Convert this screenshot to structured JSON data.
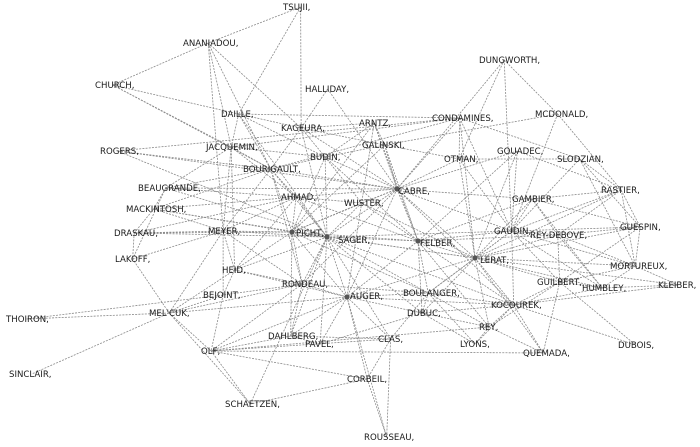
{
  "colors": {
    "edge": "#8a8a8a",
    "node": "#555555",
    "text": "#1a1a1a"
  },
  "nodes": [
    {
      "id": "tsujii",
      "label": "TSUJII,"
    },
    {
      "id": "ananiadou",
      "label": "ANANIADOU,"
    },
    {
      "id": "church",
      "label": "CHURCH,"
    },
    {
      "id": "halliday",
      "label": "HALLIDAY,"
    },
    {
      "id": "dungworth",
      "label": "DUNGWORTH,"
    },
    {
      "id": "mcdonald",
      "label": "MCDONALD,"
    },
    {
      "id": "daille",
      "label": "DAILLE,"
    },
    {
      "id": "kageura",
      "label": "KAGEURA,"
    },
    {
      "id": "arntz",
      "label": "ARNTZ,"
    },
    {
      "id": "condamines",
      "label": "CONDAMINES,"
    },
    {
      "id": "rogers",
      "label": "ROGERS,"
    },
    {
      "id": "jacquemin",
      "label": "JACQUEMIN,"
    },
    {
      "id": "budin",
      "label": "BUDIN,"
    },
    {
      "id": "galinski",
      "label": "GALINSKI,"
    },
    {
      "id": "otman",
      "label": "OTMAN,"
    },
    {
      "id": "gouadec",
      "label": "GOUADEC,"
    },
    {
      "id": "slodzian",
      "label": "SLODZIAN,"
    },
    {
      "id": "bourigault",
      "label": "BOURIGAULT,"
    },
    {
      "id": "beaugrande",
      "label": "BEAUGRANDE,"
    },
    {
      "id": "cabre",
      "label": "CABRE,"
    },
    {
      "id": "rastier",
      "label": "RASTIER,"
    },
    {
      "id": "ahmad",
      "label": "AHMAD,"
    },
    {
      "id": "wuster",
      "label": "WUSTER,"
    },
    {
      "id": "gambier",
      "label": "GAMBIER,"
    },
    {
      "id": "mackintosh",
      "label": "MACKINTOSH,"
    },
    {
      "id": "guespin",
      "label": "GUESPIN,"
    },
    {
      "id": "draskau",
      "label": "DRASKAU,"
    },
    {
      "id": "meyer",
      "label": "MEYER,"
    },
    {
      "id": "picht",
      "label": "PICHT,"
    },
    {
      "id": "sager",
      "label": "SAGER,"
    },
    {
      "id": "felber",
      "label": "FELBER,"
    },
    {
      "id": "gaudin",
      "label": "GAUDIN,"
    },
    {
      "id": "reydebove",
      "label": "REY-DEBOVE,"
    },
    {
      "id": "lakoff",
      "label": "LAKOFF,"
    },
    {
      "id": "lerat",
      "label": "LERAT,"
    },
    {
      "id": "mortureux",
      "label": "MORTUREUX,"
    },
    {
      "id": "heid",
      "label": "HEID,"
    },
    {
      "id": "guilbert",
      "label": "GUILBERT,"
    },
    {
      "id": "humbley",
      "label": "HUMBLEY,"
    },
    {
      "id": "kleiber",
      "label": "KLEIBER,"
    },
    {
      "id": "rondeau",
      "label": "RONDEAU,"
    },
    {
      "id": "auger",
      "label": "AUGER,"
    },
    {
      "id": "boulanger",
      "label": "BOULANGER,"
    },
    {
      "id": "bejoint",
      "label": "BEJOINT,"
    },
    {
      "id": "thoiron",
      "label": "THOIRON,"
    },
    {
      "id": "melcuk",
      "label": "MEL'CUK,"
    },
    {
      "id": "kocourek",
      "label": "KOCOUREK,"
    },
    {
      "id": "dubuc",
      "label": "DUBUC,"
    },
    {
      "id": "rey",
      "label": "REY,"
    },
    {
      "id": "dahlberg",
      "label": "DAHLBERG,"
    },
    {
      "id": "pavel",
      "label": "PAVEL,"
    },
    {
      "id": "clas",
      "label": "CLAS,"
    },
    {
      "id": "lyons",
      "label": "LYONS,"
    },
    {
      "id": "quemada",
      "label": "QUEMADA,"
    },
    {
      "id": "dubois",
      "label": "DUBOIS,"
    },
    {
      "id": "olf",
      "label": "OLF,"
    },
    {
      "id": "sinclair",
      "label": "SINCLAIR,"
    },
    {
      "id": "corbeil",
      "label": "CORBEIL,"
    },
    {
      "id": "schaetzen",
      "label": "SCHAETZEN,"
    },
    {
      "id": "rousseau",
      "label": "ROUSSEAU,"
    }
  ],
  "edges": [
    [
      "tsujii",
      "ananiadou"
    ],
    [
      "tsujii",
      "kageura"
    ],
    [
      "tsujii",
      "daille"
    ],
    [
      "ananiadou",
      "kageura"
    ],
    [
      "ananiadou",
      "church"
    ],
    [
      "ananiadou",
      "jacquemin"
    ],
    [
      "ananiadou",
      "bourigault"
    ],
    [
      "ananiadou",
      "meyer"
    ],
    [
      "church",
      "daille"
    ],
    [
      "church",
      "jacquemin"
    ],
    [
      "church",
      "bourigault"
    ],
    [
      "halliday",
      "kageura"
    ],
    [
      "halliday",
      "cabre"
    ],
    [
      "dungworth",
      "cabre"
    ],
    [
      "dungworth",
      "gaudin"
    ],
    [
      "dungworth",
      "mcdonald"
    ],
    [
      "dungworth",
      "otman"
    ],
    [
      "mcdonald",
      "rastier"
    ],
    [
      "mcdonald",
      "gaudin"
    ],
    [
      "mcdonald",
      "galinski"
    ],
    [
      "daille",
      "jacquemin"
    ],
    [
      "daille",
      "kageura"
    ],
    [
      "daille",
      "bourigault"
    ],
    [
      "daille",
      "budin"
    ],
    [
      "daille",
      "sager"
    ],
    [
      "daille",
      "condamines"
    ],
    [
      "kageura",
      "budin"
    ],
    [
      "kageura",
      "arntz"
    ],
    [
      "kageura",
      "bourigault"
    ],
    [
      "kageura",
      "sager"
    ],
    [
      "kageura",
      "cabre"
    ],
    [
      "kageura",
      "galinski"
    ],
    [
      "arntz",
      "galinski"
    ],
    [
      "arntz",
      "budin"
    ],
    [
      "arntz",
      "cabre"
    ],
    [
      "arntz",
      "felber"
    ],
    [
      "arntz",
      "wuster"
    ],
    [
      "arntz",
      "picht"
    ],
    [
      "condamines",
      "cabre"
    ],
    [
      "condamines",
      "otman"
    ],
    [
      "condamines",
      "bourigault"
    ],
    [
      "condamines",
      "jacquemin"
    ],
    [
      "condamines",
      "gaudin"
    ],
    [
      "condamines",
      "slodzian"
    ],
    [
      "condamines",
      "lerat"
    ],
    [
      "condamines",
      "rogers"
    ],
    [
      "rogers",
      "bourigault"
    ],
    [
      "rogers",
      "cabre"
    ],
    [
      "rogers",
      "sager"
    ],
    [
      "jacquemin",
      "bourigault"
    ],
    [
      "jacquemin",
      "budin"
    ],
    [
      "jacquemin",
      "meyer"
    ],
    [
      "jacquemin",
      "beaugrande"
    ],
    [
      "jacquemin",
      "heid"
    ],
    [
      "jacquemin",
      "ahmad"
    ],
    [
      "budin",
      "galinski"
    ],
    [
      "budin",
      "cabre"
    ],
    [
      "budin",
      "picht"
    ],
    [
      "budin",
      "felber"
    ],
    [
      "budin",
      "wuster"
    ],
    [
      "budin",
      "bourigault"
    ],
    [
      "budin",
      "sager"
    ],
    [
      "galinski",
      "cabre"
    ],
    [
      "galinski",
      "felber"
    ],
    [
      "galinski",
      "picht"
    ],
    [
      "galinski",
      "otman"
    ],
    [
      "otman",
      "cabre"
    ],
    [
      "otman",
      "gaudin"
    ],
    [
      "otman",
      "lerat"
    ],
    [
      "otman",
      "slodzian"
    ],
    [
      "gouadec",
      "cabre"
    ],
    [
      "gouadec",
      "gaudin"
    ],
    [
      "gouadec",
      "rastier"
    ],
    [
      "gouadec",
      "lerat"
    ],
    [
      "gouadec",
      "felber"
    ],
    [
      "slodzian",
      "rastier"
    ],
    [
      "slodzian",
      "gaudin"
    ],
    [
      "slodzian",
      "guespin"
    ],
    [
      "slodzian",
      "mortureux"
    ],
    [
      "bourigault",
      "ahmad"
    ],
    [
      "bourigault",
      "sager"
    ],
    [
      "bourigault",
      "picht"
    ],
    [
      "bourigault",
      "beaugrande"
    ],
    [
      "bourigault",
      "mackintosh"
    ],
    [
      "bourigault",
      "cabre"
    ],
    [
      "bourigault",
      "meyer"
    ],
    [
      "bourigault",
      "rondeau"
    ],
    [
      "beaugrande",
      "ahmad"
    ],
    [
      "beaugrande",
      "sager"
    ],
    [
      "beaugrande",
      "mackintosh"
    ],
    [
      "beaugrande",
      "lakoff"
    ],
    [
      "beaugrande",
      "cabre"
    ],
    [
      "cabre",
      "wuster"
    ],
    [
      "cabre",
      "sager"
    ],
    [
      "cabre",
      "felber"
    ],
    [
      "cabre",
      "gaudin"
    ],
    [
      "cabre",
      "lerat"
    ],
    [
      "cabre",
      "picht"
    ],
    [
      "cabre",
      "gambier"
    ],
    [
      "cabre",
      "auger"
    ],
    [
      "cabre",
      "rondeau"
    ],
    [
      "cabre",
      "kocourek"
    ],
    [
      "cabre",
      "ahmad"
    ],
    [
      "rastier",
      "gaudin"
    ],
    [
      "rastier",
      "guespin"
    ],
    [
      "rastier",
      "mortureux"
    ],
    [
      "rastier",
      "gambier"
    ],
    [
      "rastier",
      "reydebove"
    ],
    [
      "rastier",
      "lerat"
    ],
    [
      "ahmad",
      "sager"
    ],
    [
      "ahmad",
      "picht"
    ],
    [
      "ahmad",
      "wuster"
    ],
    [
      "ahmad",
      "mackintosh"
    ],
    [
      "ahmad",
      "meyer"
    ],
    [
      "ahmad",
      "draskau"
    ],
    [
      "ahmad",
      "felber"
    ],
    [
      "ahmad",
      "heid"
    ],
    [
      "wuster",
      "felber"
    ],
    [
      "wuster",
      "picht"
    ],
    [
      "wuster",
      "sager"
    ],
    [
      "wuster",
      "auger"
    ],
    [
      "wuster",
      "lerat"
    ],
    [
      "gambier",
      "gaudin"
    ],
    [
      "gambier",
      "lerat"
    ],
    [
      "gambier",
      "felber"
    ],
    [
      "gambier",
      "guespin"
    ],
    [
      "gambier",
      "reydebove"
    ],
    [
      "gambier",
      "humbley"
    ],
    [
      "mackintosh",
      "meyer"
    ],
    [
      "mackintosh",
      "picht"
    ],
    [
      "mackintosh",
      "sager"
    ],
    [
      "mackintosh",
      "draskau"
    ],
    [
      "guespin",
      "gaudin"
    ],
    [
      "guespin",
      "lerat"
    ],
    [
      "guespin",
      "mortureux"
    ],
    [
      "guespin",
      "reydebove"
    ],
    [
      "guespin",
      "guilbert"
    ],
    [
      "draskau",
      "meyer"
    ],
    [
      "draskau",
      "picht"
    ],
    [
      "draskau",
      "sager"
    ],
    [
      "draskau",
      "lakoff"
    ],
    [
      "meyer",
      "picht"
    ],
    [
      "meyer",
      "sager"
    ],
    [
      "meyer",
      "heid"
    ],
    [
      "meyer",
      "bejoint"
    ],
    [
      "meyer",
      "lakoff"
    ],
    [
      "meyer",
      "melcuk"
    ],
    [
      "meyer",
      "rondeau"
    ],
    [
      "picht",
      "sager"
    ],
    [
      "picht",
      "felber"
    ],
    [
      "picht",
      "heid"
    ],
    [
      "picht",
      "rondeau"
    ],
    [
      "picht",
      "auger"
    ],
    [
      "picht",
      "boulanger"
    ],
    [
      "picht",
      "dahlberg"
    ],
    [
      "picht",
      "lerat"
    ],
    [
      "sager",
      "felber"
    ],
    [
      "sager",
      "auger"
    ],
    [
      "sager",
      "boulanger"
    ],
    [
      "sager",
      "rondeau"
    ],
    [
      "sager",
      "heid"
    ],
    [
      "sager",
      "lerat"
    ],
    [
      "sager",
      "gaudin"
    ],
    [
      "sager",
      "dubuc"
    ],
    [
      "sager",
      "kocourek"
    ],
    [
      "sager",
      "pavel"
    ],
    [
      "sager",
      "clas"
    ],
    [
      "sager",
      "dahlberg"
    ],
    [
      "felber",
      "gaudin"
    ],
    [
      "felber",
      "lerat"
    ],
    [
      "felber",
      "boulanger"
    ],
    [
      "felber",
      "kocourek"
    ],
    [
      "felber",
      "auger"
    ],
    [
      "felber",
      "reydebove"
    ],
    [
      "felber",
      "dubuc"
    ],
    [
      "felber",
      "rey"
    ],
    [
      "gaudin",
      "lerat"
    ],
    [
      "gaudin",
      "reydebove"
    ],
    [
      "gaudin",
      "mortureux"
    ],
    [
      "gaudin",
      "guilbert"
    ],
    [
      "gaudin",
      "kocourek"
    ],
    [
      "gaudin",
      "boulanger"
    ],
    [
      "gaudin",
      "humbley"
    ],
    [
      "reydebove",
      "lerat"
    ],
    [
      "reydebove",
      "mortureux"
    ],
    [
      "reydebove",
      "guilbert"
    ],
    [
      "reydebove",
      "humbley"
    ],
    [
      "lerat",
      "mortureux"
    ],
    [
      "lerat",
      "guilbert"
    ],
    [
      "lerat",
      "humbley"
    ],
    [
      "lerat",
      "kocourek"
    ],
    [
      "lerat",
      "boulanger"
    ],
    [
      "lerat",
      "rey"
    ],
    [
      "lerat",
      "dubuc"
    ],
    [
      "lerat",
      "auger"
    ],
    [
      "lerat",
      "quemada"
    ],
    [
      "lerat",
      "kleiber"
    ],
    [
      "mortureux",
      "guilbert"
    ],
    [
      "mortureux",
      "humbley"
    ],
    [
      "mortureux",
      "kleiber"
    ],
    [
      "guilbert",
      "humbley"
    ],
    [
      "guilbert",
      "kocourek"
    ],
    [
      "guilbert",
      "rey"
    ],
    [
      "guilbert",
      "dubois"
    ],
    [
      "guilbert",
      "quemada"
    ],
    [
      "humbley",
      "kocourek"
    ],
    [
      "humbley",
      "kleiber"
    ],
    [
      "heid",
      "bejoint"
    ],
    [
      "heid",
      "rondeau"
    ],
    [
      "heid",
      "melcuk"
    ],
    [
      "heid",
      "auger"
    ],
    [
      "rondeau",
      "auger"
    ],
    [
      "rondeau",
      "boulanger"
    ],
    [
      "rondeau",
      "dahlberg"
    ],
    [
      "rondeau",
      "bejoint"
    ],
    [
      "rondeau",
      "melcuk"
    ],
    [
      "rondeau",
      "olf"
    ],
    [
      "auger",
      "boulanger"
    ],
    [
      "auger",
      "dubuc"
    ],
    [
      "auger",
      "kocourek"
    ],
    [
      "auger",
      "dahlberg"
    ],
    [
      "auger",
      "pavel"
    ],
    [
      "auger",
      "clas"
    ],
    [
      "auger",
      "corbeil"
    ],
    [
      "auger",
      "olf"
    ],
    [
      "auger",
      "melcuk"
    ],
    [
      "boulanger",
      "kocourek"
    ],
    [
      "boulanger",
      "dubuc"
    ],
    [
      "boulanger",
      "rey"
    ],
    [
      "boulanger",
      "lyons"
    ],
    [
      "boulanger",
      "clas"
    ],
    [
      "kocourek",
      "rey"
    ],
    [
      "kocourek",
      "dubuc"
    ],
    [
      "kocourek",
      "quemada"
    ],
    [
      "kocourek",
      "lyons"
    ],
    [
      "kocourek",
      "dubois"
    ],
    [
      "kocourek",
      "kleiber"
    ],
    [
      "dubuc",
      "rey"
    ],
    [
      "dubuc",
      "pavel"
    ],
    [
      "dubuc",
      "lyons"
    ],
    [
      "rey",
      "quemada"
    ],
    [
      "rey",
      "lyons"
    ],
    [
      "rey",
      "olf"
    ],
    [
      "bejoint",
      "melcuk"
    ],
    [
      "bejoint",
      "thoiron"
    ],
    [
      "bejoint",
      "olf"
    ],
    [
      "melcuk",
      "thoiron"
    ],
    [
      "melcuk",
      "sinclair"
    ],
    [
      "melcuk",
      "olf"
    ],
    [
      "melcuk",
      "schaetzen"
    ],
    [
      "melcuk",
      "lakoff"
    ],
    [
      "dahlberg",
      "pavel"
    ],
    [
      "dahlberg",
      "clas"
    ],
    [
      "dahlberg",
      "olf"
    ],
    [
      "clas",
      "corbeil"
    ],
    [
      "clas",
      "rousseau"
    ],
    [
      "clas",
      "olf"
    ],
    [
      "olf",
      "schaetzen"
    ],
    [
      "olf",
      "corbeil"
    ],
    [
      "olf",
      "quemada"
    ],
    [
      "corbeil",
      "schaetzen"
    ],
    [
      "corbeil",
      "rousseau"
    ],
    [
      "schaetzen",
      "sager"
    ],
    [
      "rousseau",
      "auger"
    ]
  ]
}
